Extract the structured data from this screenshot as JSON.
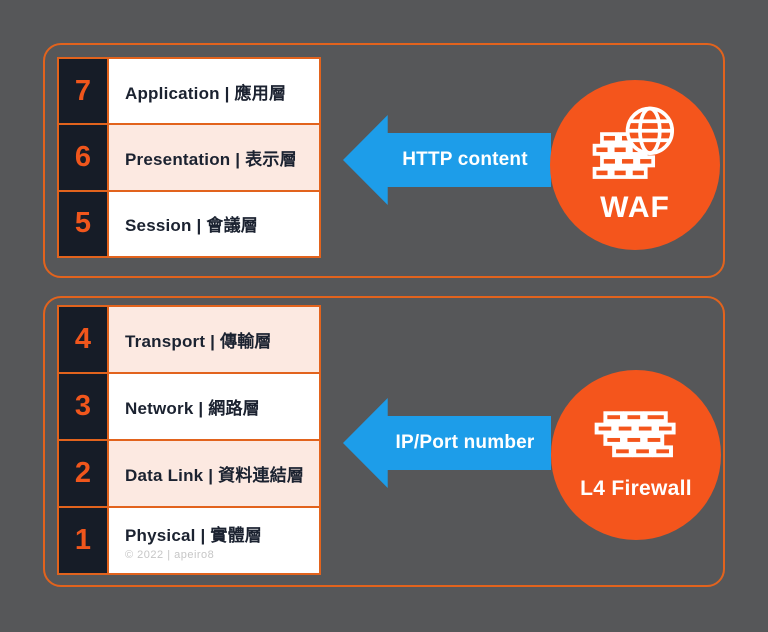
{
  "colors": {
    "background": "#565759",
    "accent_orange": "#F4551C",
    "border_orange": "#E2631D",
    "arrow_blue": "#1D9DE9",
    "number_column_navy": "#161C27",
    "row_highlight_peach": "#FCE9E1",
    "row_white": "#FFFFFF",
    "label_text": "#1B2230",
    "watermark_gray": "#C6C6C6"
  },
  "top_panel": {
    "rows": [
      {
        "num": "7",
        "label": "Application | 應用層"
      },
      {
        "num": "6",
        "label": "Presentation | 表示層"
      },
      {
        "num": "5",
        "label": "Session | 會議層"
      }
    ],
    "arrow_label": "HTTP content",
    "device": {
      "label": "WAF",
      "icon": "brick-wall-globe-icon"
    }
  },
  "bottom_panel": {
    "rows": [
      {
        "num": "4",
        "label": "Transport | 傳輸層"
      },
      {
        "num": "3",
        "label": "Network | 網路層"
      },
      {
        "num": "2",
        "label": "Data Link | 資料連結層"
      },
      {
        "num": "1",
        "label": "Physical | 實體層"
      }
    ],
    "arrow_label": "IP/Port number",
    "device": {
      "label": "L4 Firewall",
      "icon": "brick-wall-icon"
    },
    "watermark": "© 2022 | apeiro8"
  }
}
